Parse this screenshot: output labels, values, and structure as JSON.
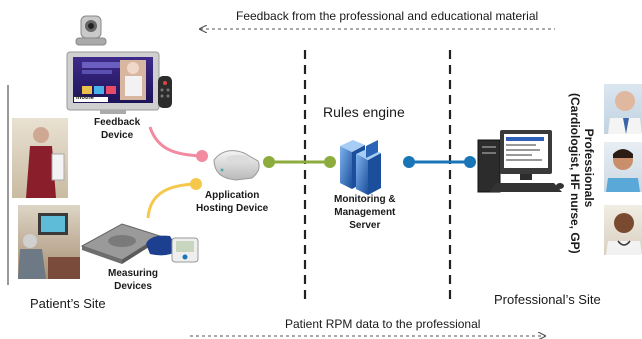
{
  "labels": {
    "feedback_top": "Feedback from the professional and educational material",
    "rpm_bottom": "Patient RPM data to the professional",
    "rules_engine": "Rules engine",
    "feedback_device": [
      "Feedback",
      "Device"
    ],
    "application_hosting": [
      "Application",
      "Hosting Device"
    ],
    "measuring_devices": [
      "Measuring",
      "Devices"
    ],
    "monitoring_server": [
      "Monitoring &",
      "Management",
      "Server"
    ],
    "patients_site": "Patient’s Site",
    "professionals_site": "Professional’s Site",
    "professionals_vertical": [
      "Professionals",
      "(Cardiologist, HF nurse, GP)"
    ]
  },
  "tv_screen_text": "mothe",
  "colors": {
    "pink_link": "#f28aa0",
    "yellow_link": "#f5c84c",
    "green_link": "#8cad3e",
    "blue_link": "#1a74b8",
    "divider": "#222222"
  },
  "icons": [
    "webcam-icon",
    "tv-icon",
    "remote-icon",
    "router-icon",
    "server-icon",
    "workstation-icon",
    "scale-icon",
    "blood-pressure-icon"
  ]
}
